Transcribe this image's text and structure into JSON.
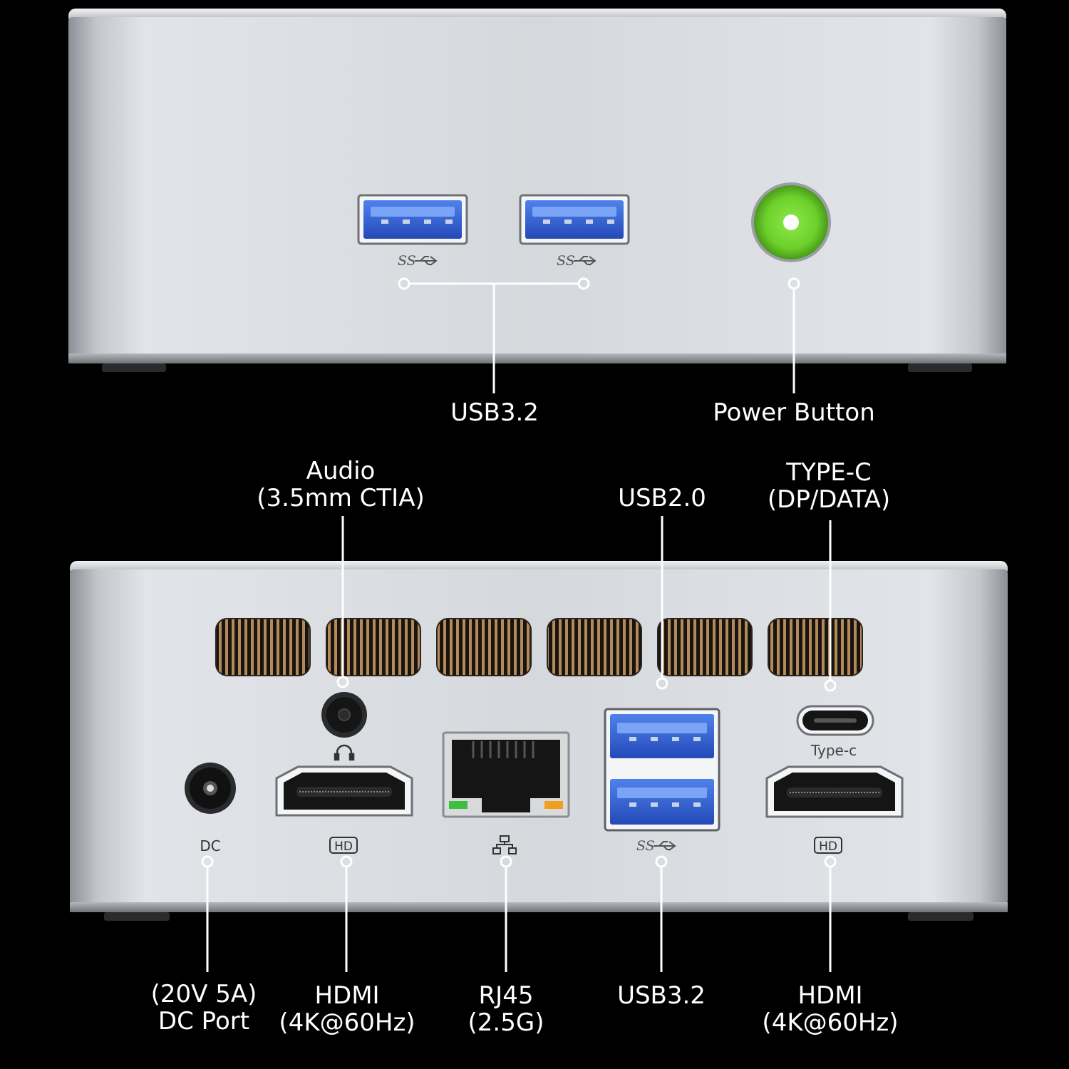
{
  "labels": {
    "front_usb32": "USB3.2",
    "power_button": "Power Button",
    "audio_line1": "Audio",
    "audio_line2": "(3.5mm CTIA)",
    "usb20": "USB2.0",
    "typec_line1": "TYPE-C",
    "typec_line2": "(DP/DATA)",
    "dc_line1": "(20V 5A)",
    "dc_line2": "DC Port",
    "hdmi1_line1": "HDMI",
    "hdmi1_line2": "(4K@60Hz)",
    "rj45_line1": "RJ45",
    "rj45_line2": "(2.5G)",
    "rear_usb32": "USB3.2",
    "hdmi2_line1": "HDMI",
    "hdmi2_line2": "(4K@60Hz)"
  },
  "printed": {
    "ss_mark": "SS",
    "dc": "DC",
    "hd": "HD",
    "type_c": "Type-c"
  },
  "colors": {
    "background": "#000000",
    "chassis": "#d3d6da",
    "usb_blue": "#2f5fd0",
    "power_green": "#6fd12c",
    "vent": "#b38a5a",
    "led_green": "#3fbf3f",
    "led_amber": "#f0a020"
  },
  "icons": [
    "usb-ss-icon",
    "headphone-icon",
    "network-icon",
    "hd-icon"
  ]
}
